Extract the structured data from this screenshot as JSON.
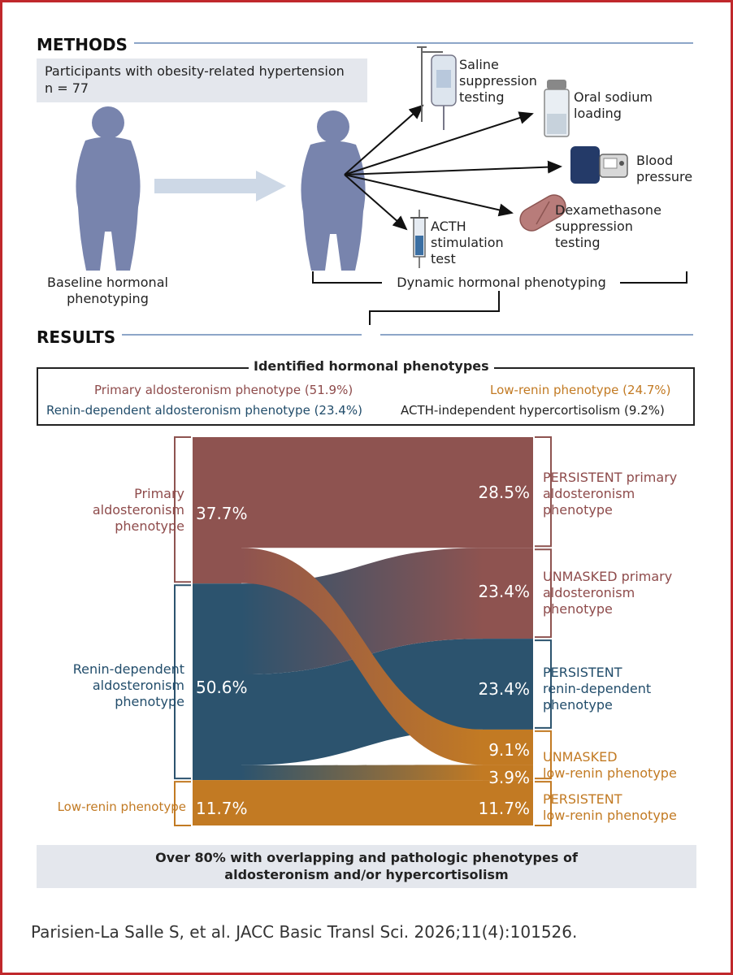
{
  "methods": {
    "title": "METHODS",
    "participants_line1": "Participants with obesity-related hypertension",
    "participants_line2": "n = 77",
    "baseline_label": "Baseline hormonal\nphenotyping",
    "dynamic_label": "Dynamic hormonal phenotyping",
    "tests": {
      "saline": "Saline\nsuppression\ntesting",
      "oral_sodium": "Oral sodium\nloading",
      "blood_pressure": "Blood\npressure",
      "dexamethasone": "Dexamethasone\nsuppression\ntesting",
      "acth": "ACTH\nstimulation\ntest"
    }
  },
  "results": {
    "title": "RESULTS",
    "phenotypes_title": "Identified hormonal phenotypes",
    "phenotypes": {
      "primary": "Primary aldosteronism phenotype (51.9%)",
      "low_renin": "Low-renin phenotype (24.7%)",
      "renin_dependent": "Renin-dependent aldosteronism phenotype (23.4%)",
      "acth_independent": "ACTH-independent hypercortisolism (9.2%)"
    },
    "left_labels": {
      "primary": "Primary\naldosteronism\nphenotype",
      "renin": "Renin-dependent\naldosteronism\nphenotype",
      "low_renin": "Low-renin phenotype"
    },
    "right_labels": {
      "persistent_primary": "PERSISTENT primary\naldosteronism\nphenotype",
      "unmasked_primary": "UNMASKED primary\naldosteronism\nphenotype",
      "persistent_renin": "PERSISTENT\nrenin-dependent\nphenotype",
      "unmasked_low_renin": "UNMASKED\nlow-renin phenotype",
      "persistent_low_renin": "PERSISTENT\nlow-renin phenotype"
    },
    "summary": "Over 80% with overlapping and pathologic phenotypes of\naldosteronism and/or hypercortisolism"
  },
  "colors": {
    "primary": "#8e5350",
    "renin": "#2c536e",
    "low_renin": "#c27a23",
    "figure": "#7884ad",
    "arrow_band": "#cdd8e6"
  },
  "chart_data": {
    "type": "sankey",
    "left_nodes": [
      {
        "name": "Primary aldosteronism phenotype",
        "value": 37.7,
        "label": "37.7%"
      },
      {
        "name": "Renin-dependent aldosteronism phenotype",
        "value": 50.6,
        "label": "50.6%"
      },
      {
        "name": "Low-renin phenotype",
        "value": 11.7,
        "label": "11.7%"
      }
    ],
    "right_nodes": [
      {
        "name": "PERSISTENT primary aldosteronism phenotype",
        "value": 28.5,
        "label": "28.5%"
      },
      {
        "name": "UNMASKED primary aldosteronism phenotype",
        "value": 23.4,
        "label": "23.4%"
      },
      {
        "name": "PERSISTENT renin-dependent phenotype",
        "value": 23.4,
        "label": "23.4%"
      },
      {
        "name": "UNMASKED low-renin phenotype (from primary)",
        "value": 9.1,
        "label": "9.1%"
      },
      {
        "name": "UNMASKED low-renin phenotype (from renin-dependent)",
        "value": 3.9,
        "label": "3.9%"
      },
      {
        "name": "PERSISTENT low-renin phenotype",
        "value": 11.7,
        "label": "11.7%"
      }
    ],
    "flows": [
      {
        "from": "Primary aldosteronism phenotype",
        "to": "PERSISTENT primary aldosteronism phenotype",
        "value": 28.5
      },
      {
        "from": "Primary aldosteronism phenotype",
        "to": "UNMASKED low-renin phenotype",
        "value": 9.1
      },
      {
        "from": "Renin-dependent aldosteronism phenotype",
        "to": "UNMASKED primary aldosteronism phenotype",
        "value": 23.4
      },
      {
        "from": "Renin-dependent aldosteronism phenotype",
        "to": "PERSISTENT renin-dependent phenotype",
        "value": 23.4
      },
      {
        "from": "Renin-dependent aldosteronism phenotype",
        "to": "UNMASKED low-renin phenotype",
        "value": 3.9
      },
      {
        "from": "Low-renin phenotype",
        "to": "PERSISTENT low-renin phenotype",
        "value": 11.7
      }
    ]
  },
  "citation": "Parisien-La Salle S, et al. JACC Basic Transl Sci. 2026;11(4):101526."
}
